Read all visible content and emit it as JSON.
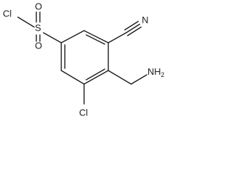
{
  "molecule": {
    "labels": {
      "chlorine_sulfonyl": "Cl",
      "sulfur": "S",
      "oxygen_top": "O",
      "oxygen_bottom": "O",
      "nitrile_nitrogen": "N",
      "amine": "NH",
      "amine_subscript": "2",
      "chlorine_ring": "Cl"
    },
    "colors": {
      "bond": "#1a1a1a",
      "label": "#1a1a1a",
      "background": "#ffffff"
    }
  }
}
